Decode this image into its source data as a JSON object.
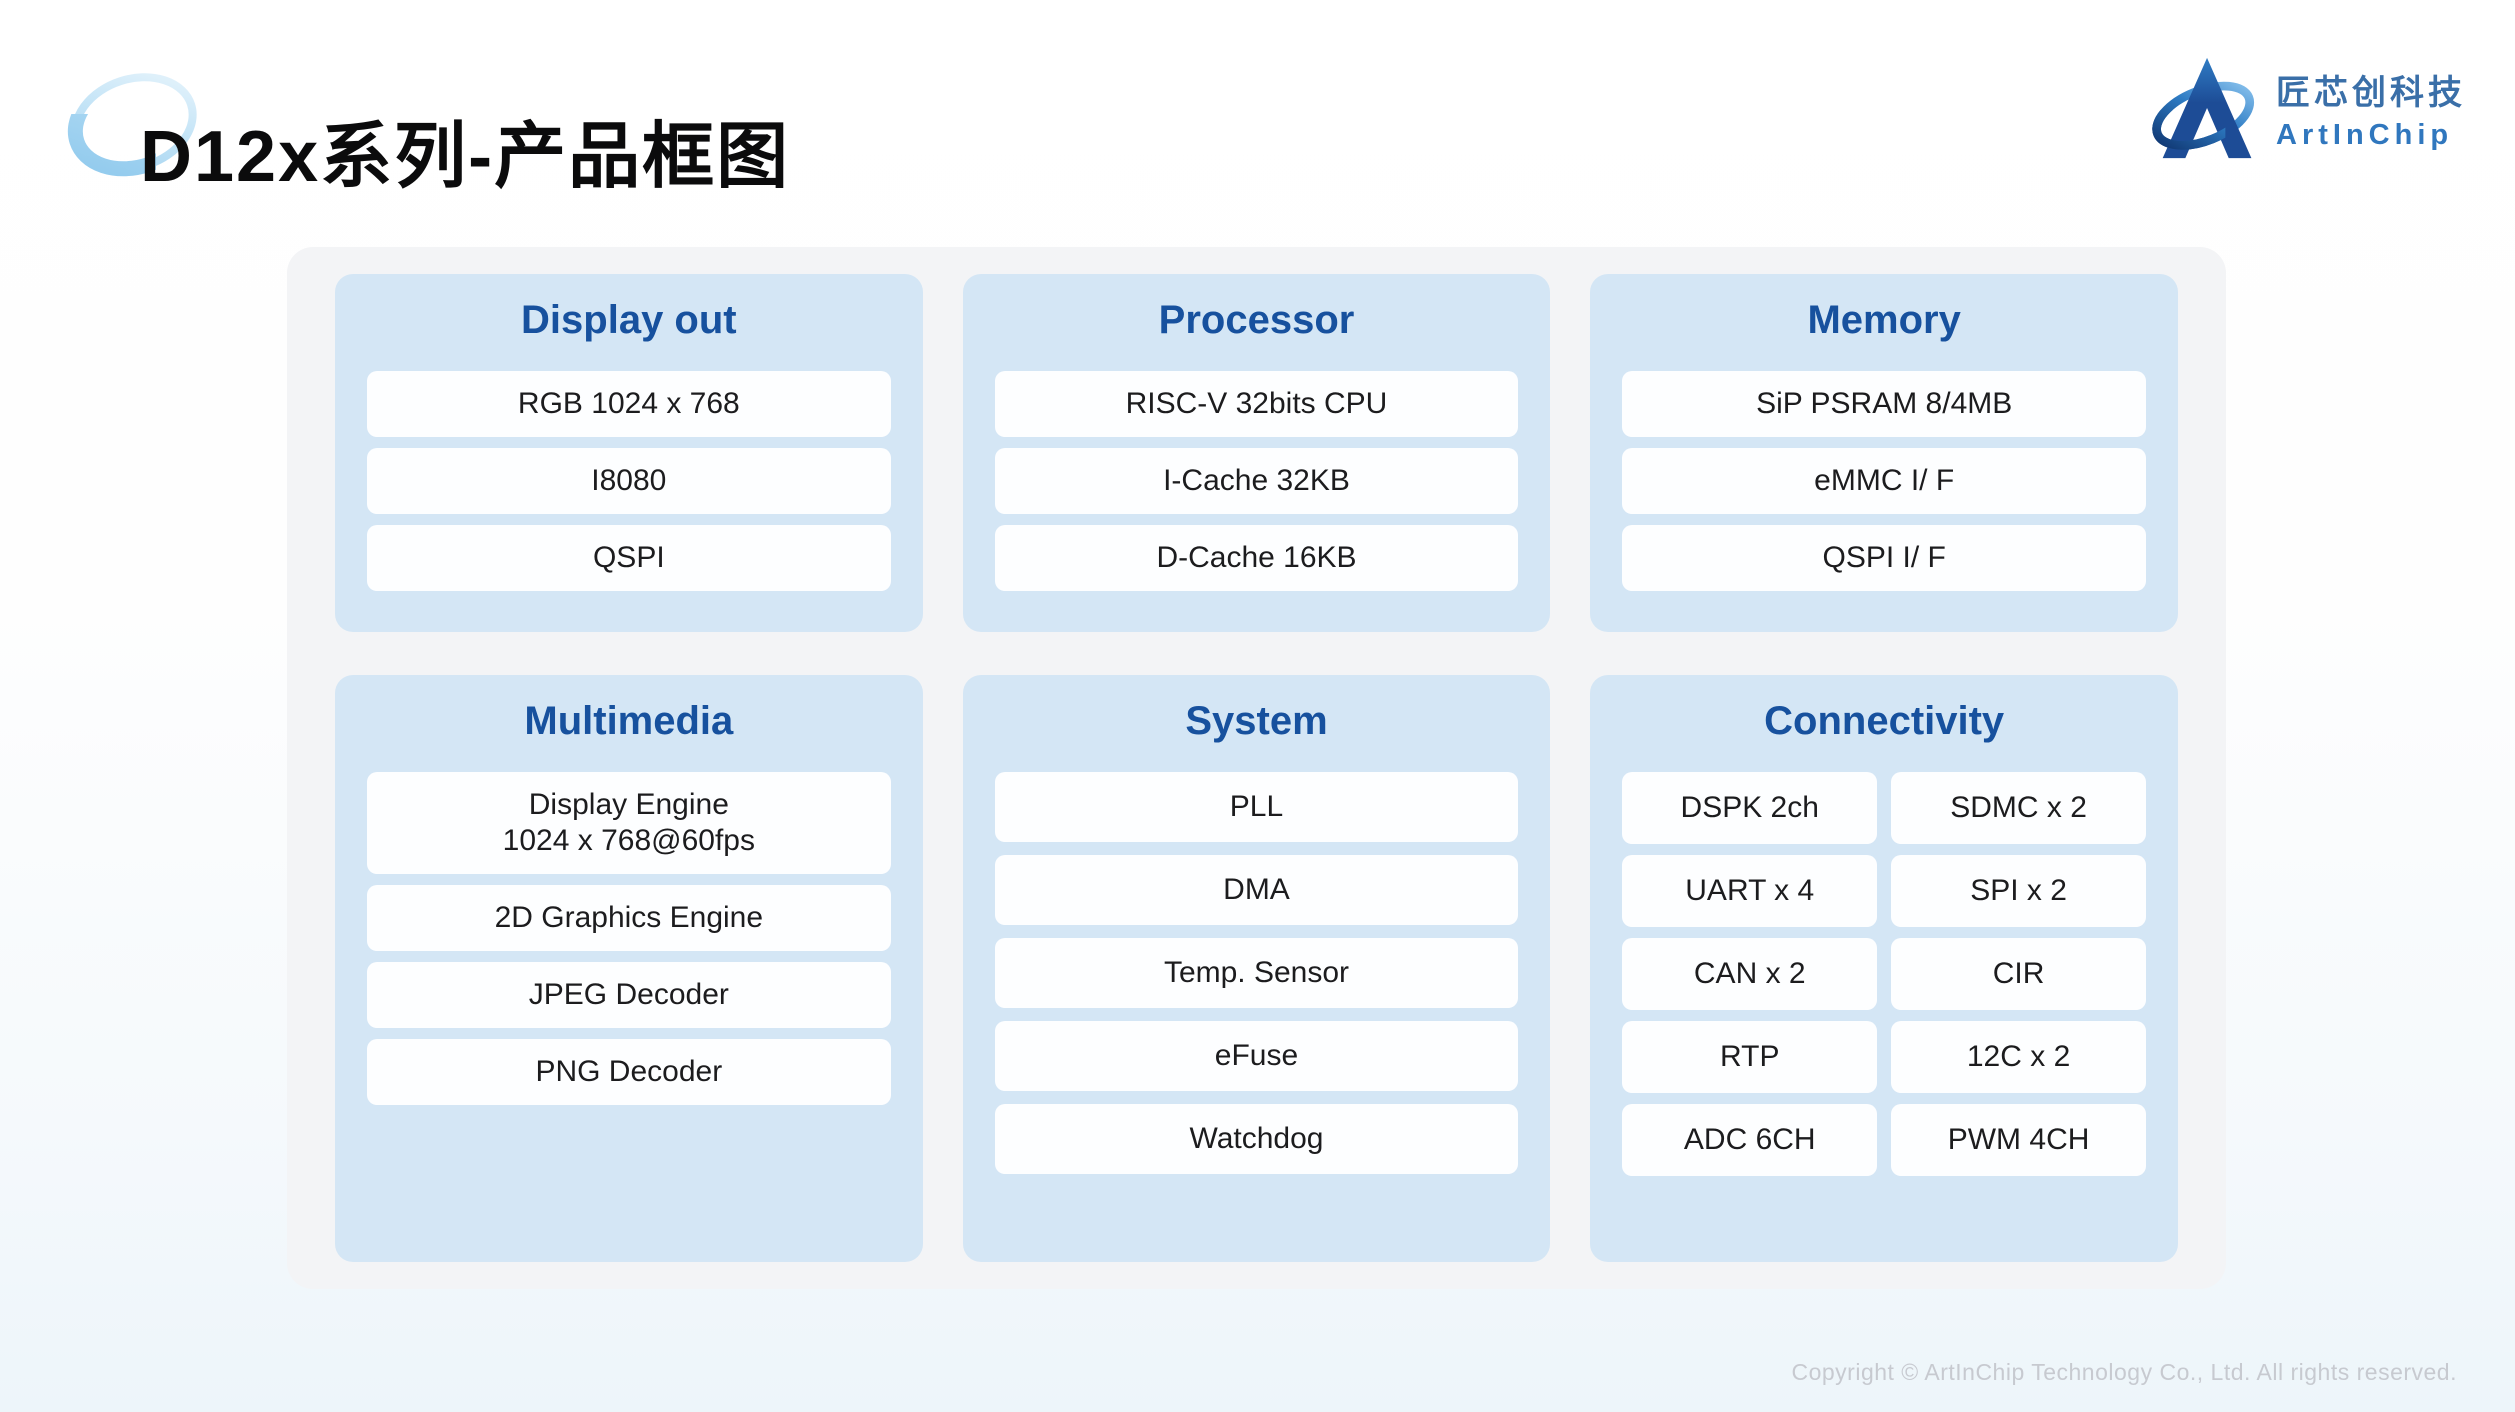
{
  "page": {
    "title": "D12x系列-产品框图",
    "brand": {
      "company_cn": "匠芯创科技",
      "company_en": "ArtInChip"
    },
    "footer": {
      "copyright": "Copyright © ArtInChip Technology Co., Ltd. All rights reserved."
    },
    "colors": {
      "header_blue": "#17519e",
      "card_bg": "#d4e6f5",
      "panel_bg": "#f3f4f6",
      "box_bg": "#fdfeff",
      "box_text": "#1c1c1e",
      "brand_blue_dark": "#1d4e9a",
      "brand_blue": "#3077be",
      "brand_cn_blue": "#3a6fa8",
      "swoosh_light_blue": "#a9d6f0",
      "copyright_gray": "#c7cad0"
    }
  },
  "diagram": {
    "cards": [
      {
        "id": "display-out",
        "title": "Display out",
        "items": [
          "RGB 1024 x 768",
          "I8080",
          "QSPI"
        ]
      },
      {
        "id": "processor",
        "title": "Processor",
        "items": [
          "RISC-V 32bits CPU",
          "I-Cache 32KB",
          "D-Cache 16KB"
        ]
      },
      {
        "id": "memory",
        "title": "Memory",
        "items": [
          "SiP PSRAM 8/4MB",
          "eMMC I/ F",
          "QSPI I/ F"
        ]
      },
      {
        "id": "multimedia",
        "title": "Multimedia",
        "items": [
          "Display Engine",
          "1024 x 768@60fps",
          "2D Graphics Engine",
          "JPEG Decoder",
          "PNG Decoder"
        ]
      },
      {
        "id": "system",
        "title": "System",
        "items": [
          "PLL",
          "DMA",
          "Temp. Sensor",
          "eFuse",
          "Watchdog"
        ]
      },
      {
        "id": "connectivity",
        "title": "Connectivity",
        "items": [
          "DSPK 2ch",
          "SDMC x 2",
          "UART x 4",
          "SPI x 2",
          "CAN x 2",
          "CIR",
          "RTP",
          "12C x 2",
          "ADC 6CH",
          "PWM 4CH"
        ]
      }
    ]
  }
}
